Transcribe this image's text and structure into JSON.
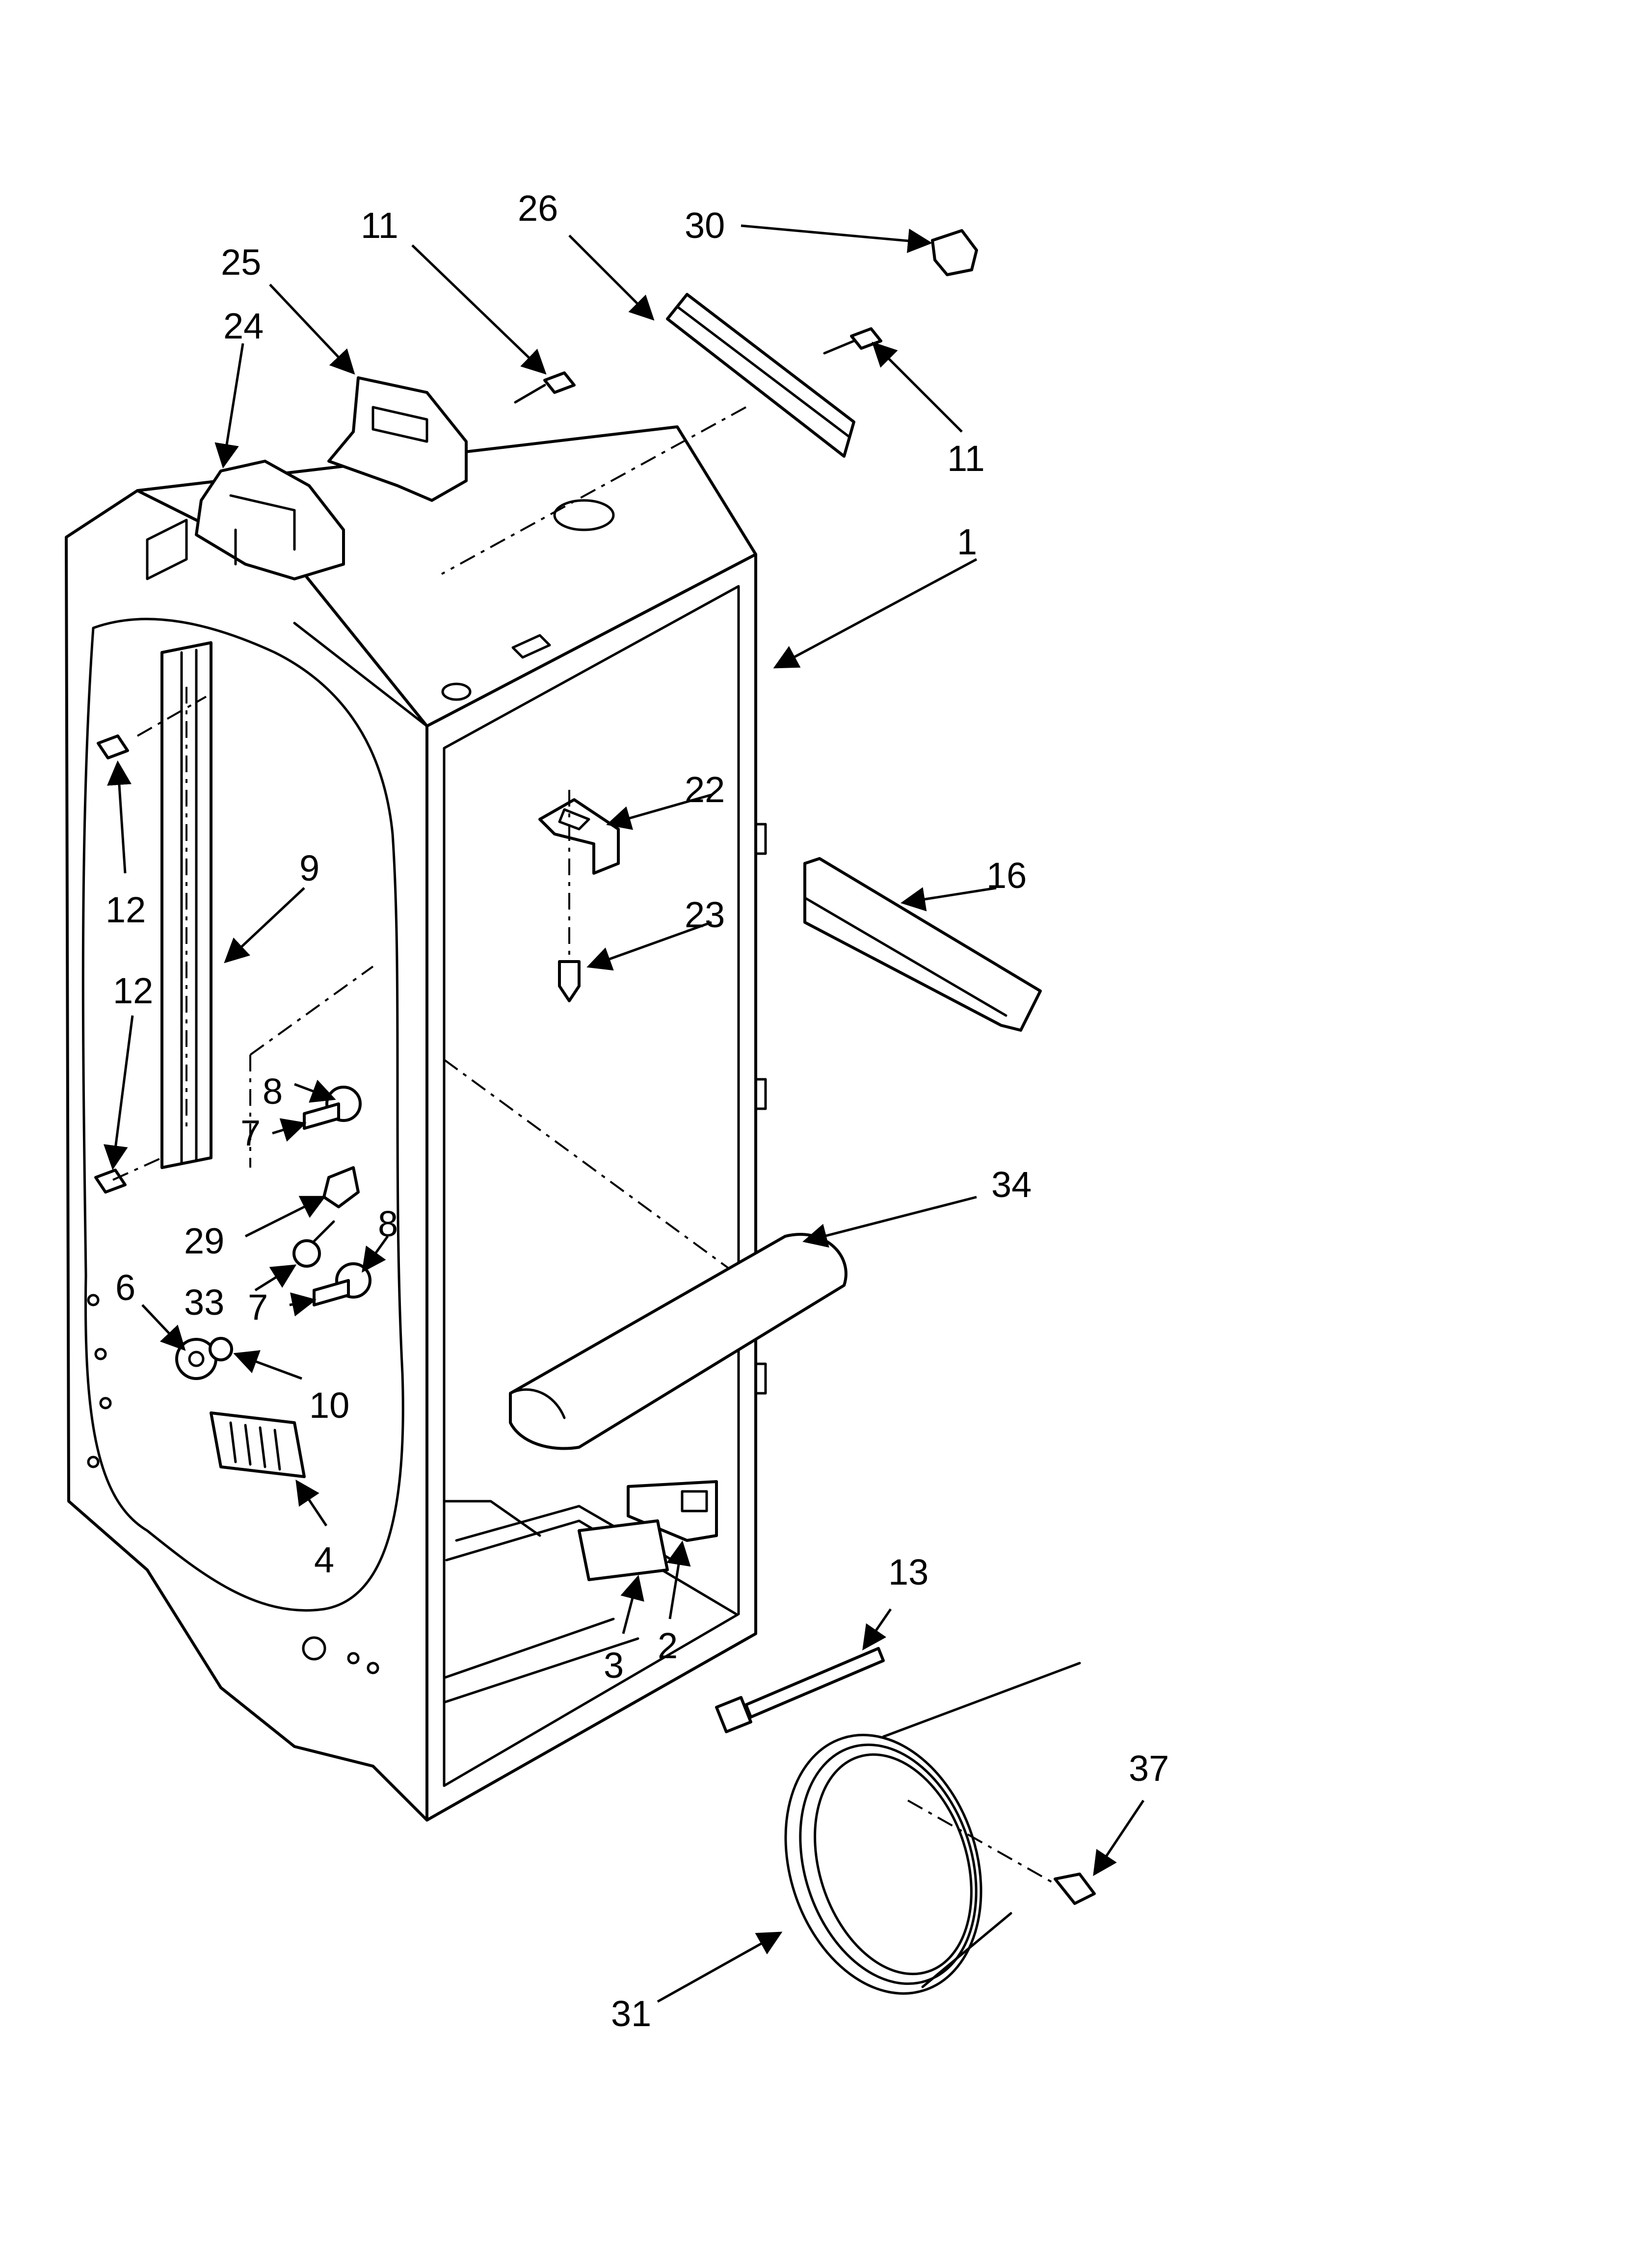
{
  "callouts": [
    {
      "id": "c1",
      "label": "1"
    },
    {
      "id": "c2",
      "label": "2"
    },
    {
      "id": "c3",
      "label": "3"
    },
    {
      "id": "c4",
      "label": "4"
    },
    {
      "id": "c6",
      "label": "6"
    },
    {
      "id": "c7a",
      "label": "7"
    },
    {
      "id": "c7b",
      "label": "7"
    },
    {
      "id": "c8a",
      "label": "8"
    },
    {
      "id": "c8b",
      "label": "8"
    },
    {
      "id": "c9",
      "label": "9"
    },
    {
      "id": "c10",
      "label": "10"
    },
    {
      "id": "c11a",
      "label": "11"
    },
    {
      "id": "c11b",
      "label": "11"
    },
    {
      "id": "c12a",
      "label": "12"
    },
    {
      "id": "c12b",
      "label": "12"
    },
    {
      "id": "c13",
      "label": "13"
    },
    {
      "id": "c16",
      "label": "16"
    },
    {
      "id": "c22",
      "label": "22"
    },
    {
      "id": "c23",
      "label": "23"
    },
    {
      "id": "c24",
      "label": "24"
    },
    {
      "id": "c25",
      "label": "25"
    },
    {
      "id": "c26",
      "label": "26"
    },
    {
      "id": "c29",
      "label": "29"
    },
    {
      "id": "c30",
      "label": "30"
    },
    {
      "id": "c31",
      "label": "31"
    },
    {
      "id": "c33",
      "label": "33"
    },
    {
      "id": "c34",
      "label": "34"
    },
    {
      "id": "c37",
      "label": "37"
    }
  ]
}
